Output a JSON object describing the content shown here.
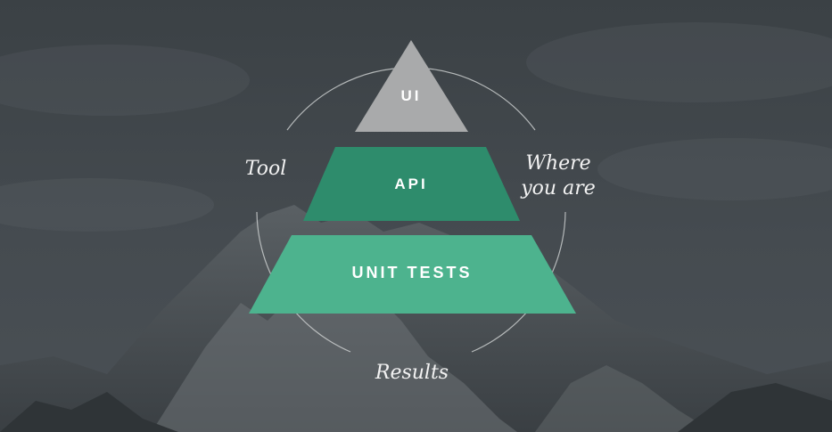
{
  "diagram": {
    "tiers": [
      {
        "id": "ui",
        "label": "UI",
        "color": "#a9aaab"
      },
      {
        "id": "api",
        "label": "API",
        "color": "#2e8c6c"
      },
      {
        "id": "unit_tests",
        "label": "UNIT TESTS",
        "color": "#4db38e"
      }
    ],
    "labels": {
      "left": "Tool",
      "right_line1": "Where",
      "right_line2": "you are",
      "bottom": "Results"
    },
    "colors": {
      "background": "#3f4549",
      "circle": "#c9cccd"
    }
  }
}
